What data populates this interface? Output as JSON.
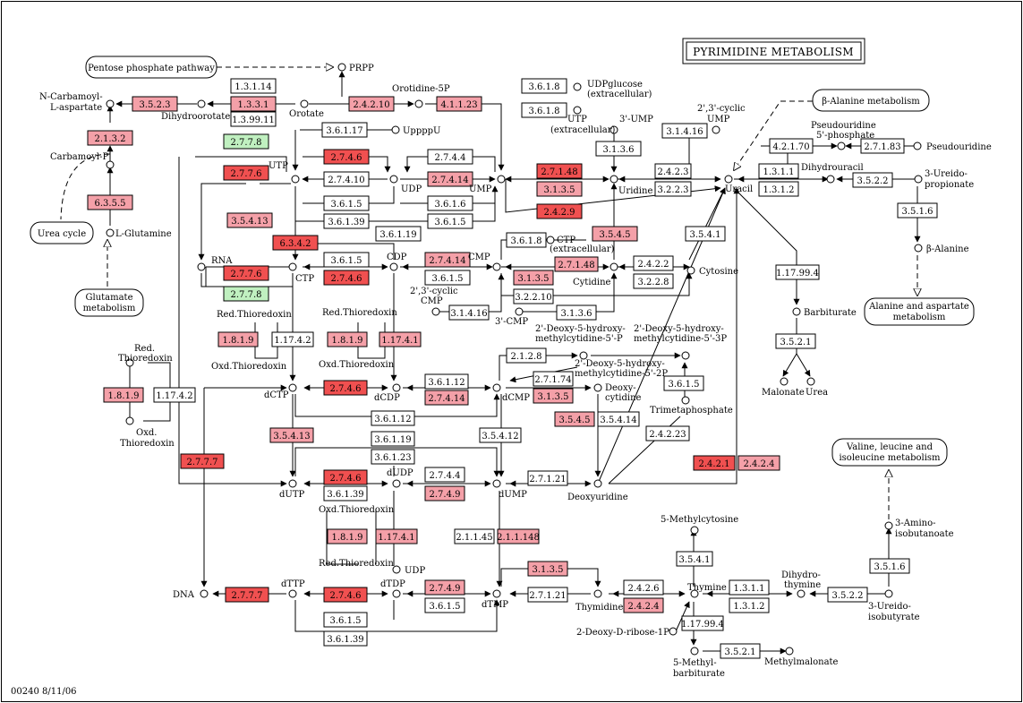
{
  "title": "PYRIMIDINE METABOLISM",
  "footer": "00240  8/11/06",
  "colors": {
    "high": "#f05050",
    "mid": "#f4a0a8",
    "low": "#f8c8d0",
    "green": "#c0f0c0",
    "none": "#ffffff",
    "line": "#000000"
  },
  "pathways": [
    {
      "name": "pathway-pentose-phosphate",
      "label": "Pentose phosphate pathway"
    },
    {
      "name": "pathway-beta-alanine",
      "label": "β-Alanine metabolism"
    },
    {
      "name": "pathway-urea-cycle",
      "label": "Urea cycle"
    },
    {
      "name": "pathway-glutamate",
      "label": "Glutamate metabolism"
    },
    {
      "name": "pathway-alanine-aspartate",
      "label": "Alanine and aspartate metabolism"
    },
    {
      "name": "pathway-valine-leucine",
      "label": "Valine, leucine and isoleucine metabolism"
    }
  ],
  "compounds": [
    "N-Carbamoyl-L-aspartate",
    "Dihydroorotate",
    "Orotate",
    "PRPP",
    "Orotidine-5P",
    "Carbamoyl-P",
    "L-Glutamine",
    "UTP",
    "UDP",
    "UMP",
    "UppppU",
    "RNA",
    "CTP",
    "CDP",
    "CMP",
    "UDPglucose (extracellular)",
    "UTP (extracellular)",
    "3'-UMP",
    "2',3'-cyclic UMP",
    "Uridine",
    "Uracil",
    "Pseudouridine 5'-phosphate",
    "Pseudouridine",
    "Dihydrouracil",
    "3-Ureido-propionate",
    "β-Alanine",
    "CTP (extracellular)",
    "Cytidine",
    "Cytosine",
    "2',3'-cyclic CMP",
    "3'-CMP",
    "Barbiturate",
    "Malonate",
    "Urea",
    "Red.Thioredoxin",
    "Oxd.Thioredoxin",
    "dCTP",
    "dCDP",
    "dCMP",
    "Deoxycytidine",
    "2'-Deoxy-5-hydroxymethylcytidine-5'-P",
    "2'-Deoxy-5-hydroxymethylcytidine-5'-3P",
    "2'-Deoxy-5-hydroxymethylcytidine-5'-2P",
    "Trimetaphosphate",
    "dUTP",
    "dUDP",
    "dUMP",
    "Deoxyuridine",
    "UDP",
    "DNA",
    "dTTP",
    "dTDP",
    "dTMP",
    "Thymidine",
    "5-Methylcytosine",
    "Thymine",
    "Dihydrothymine",
    "3-Amino-isobutanoate",
    "3-Ureido-isobutyrate",
    "2-Deoxy-D-ribose-1P",
    "5-Methylbarbiturate",
    "Methylmalonate"
  ],
  "enzymes": [
    "3.5.2.3",
    "1.3.1.14",
    "1.3.3.1",
    "1.3.99.11",
    "2.4.2.10",
    "4.1.1.23",
    "2.1.3.2",
    "6.3.5.5",
    "2.7.7.8",
    "3.6.1.17",
    "2.7.7.6",
    "2.7.4.6",
    "2.7.4.10",
    "2.7.4.4",
    "2.7.4.14",
    "3.6.1.5",
    "3.6.1.6",
    "3.6.1.39",
    "3.6.1.19",
    "3.5.4.13",
    "6.3.4.2",
    "3.6.1.8",
    "3.1.3.6",
    "3.1.4.16",
    "2.7.1.48",
    "3.1.3.5",
    "2.4.2.3",
    "3.2.2.3",
    "2.4.2.9",
    "3.5.4.5",
    "4.2.1.70",
    "2.7.1.83",
    "3.5.2.2",
    "3.5.1.6",
    "1.3.1.1",
    "1.3.1.2",
    "3.5.4.1",
    "1.17.99.4",
    "3.5.2.1",
    "2.4.2.2",
    "3.2.2.8",
    "3.2.2.10",
    "1.8.1.9",
    "1.17.4.2",
    "1.17.4.1",
    "2.1.2.8",
    "2.7.1.74",
    "3.6.1.12",
    "3.6.1.23",
    "3.5.4.12",
    "3.5.4.14",
    "2.4.2.23",
    "2.7.7.7",
    "2.7.1.21",
    "2.4.2.1",
    "2.4.2.4",
    "2.7.4.9",
    "2.1.1.45",
    "2.1.1.148",
    "2.4.2.6"
  ]
}
